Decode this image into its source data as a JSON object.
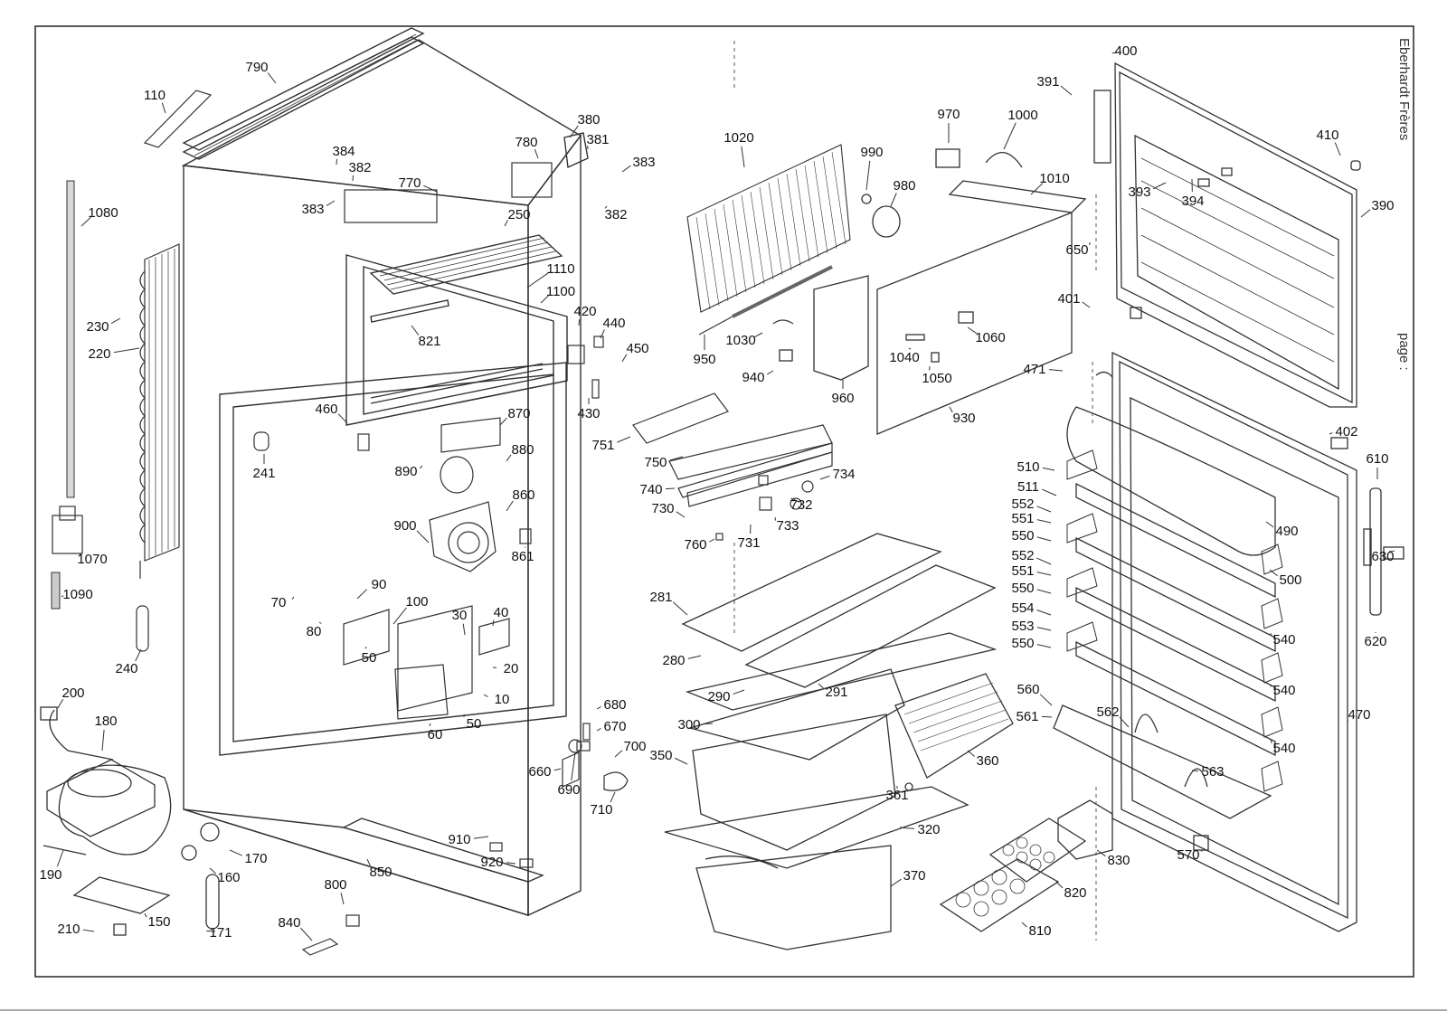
{
  "diagram": {
    "frame_color": "#222222",
    "line_color": "#333333",
    "edge_text": [
      "Eberhardt Frères",
      "page :"
    ],
    "labels": [
      "10",
      "20",
      "30",
      "40",
      "50",
      "50",
      "60",
      "70",
      "80",
      "90",
      "100",
      "110",
      "150",
      "160",
      "170",
      "171",
      "180",
      "190",
      "200",
      "210",
      "220",
      "230",
      "240",
      "241",
      "250",
      "280",
      "281",
      "290",
      "291",
      "300",
      "320",
      "350",
      "360",
      "361",
      "370",
      "380",
      "381",
      "382",
      "382",
      "383",
      "383",
      "384",
      "390",
      "391",
      "393",
      "394",
      "400",
      "401",
      "402",
      "410",
      "420",
      "430",
      "440",
      "450",
      "460",
      "470",
      "471",
      "490",
      "500",
      "510",
      "511",
      "540",
      "540",
      "540",
      "550",
      "550",
      "550",
      "551",
      "551",
      "552",
      "552",
      "553",
      "554",
      "560",
      "561",
      "562",
      "563",
      "570",
      "610",
      "620",
      "630",
      "650",
      "660",
      "670",
      "680",
      "690",
      "700",
      "710",
      "730",
      "731",
      "732",
      "733",
      "734",
      "740",
      "750",
      "751",
      "760",
      "770",
      "780",
      "790",
      "800",
      "810",
      "820",
      "821",
      "830",
      "840",
      "850",
      "860",
      "861",
      "870",
      "880",
      "890",
      "900",
      "910",
      "920",
      "930",
      "940",
      "950",
      "960",
      "970",
      "980",
      "990",
      "1000",
      "1010",
      "1020",
      "1030",
      "1040",
      "1050",
      "1060",
      "1070",
      "1080",
      "1090",
      "1100",
      "1110"
    ]
  }
}
